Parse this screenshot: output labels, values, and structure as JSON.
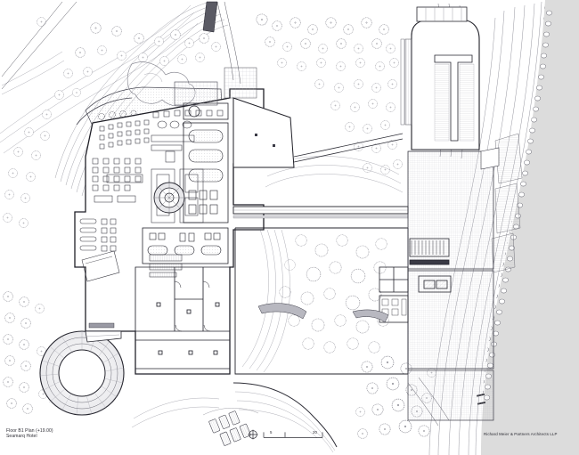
{
  "document": {
    "type": "architectural-floor-plan",
    "title_line_1": "Floor B1 Plan (+19.00)",
    "title_line_2": "Seamarq Hotel",
    "credit": "Richard Meier & Partners Architects LLP",
    "sheet_background": "#ffffff",
    "line_color": "#2b2b33",
    "sea_color": "#dcdcdc",
    "hatch_color": "#9a9aa2",
    "fill_light": "#f2f2f4"
  },
  "scale_bar": {
    "label_mid": "5",
    "label_end": "20",
    "north_arrow_icon": "north-arrow-icon"
  },
  "legend_icons": {
    "north": "north-arrow-icon",
    "scale": "scale-bar-icon"
  },
  "plan_elements": {
    "site": {
      "shoreline_label": "rocky-shoreline",
      "sea_label": "sea",
      "contour_count": 7
    },
    "buildings": [
      {
        "name": "north-wing",
        "desc": "guest and spa block, upper left"
      },
      {
        "name": "central-wing",
        "desc": "lobby and service block"
      },
      {
        "name": "south-wing",
        "desc": "lower room block"
      },
      {
        "name": "east-tower",
        "desc": "tower and parking deck, right"
      },
      {
        "name": "spiral-ramp",
        "desc": "circular ramp / amphitheater, lower left"
      },
      {
        "name": "link-bridge",
        "desc": "horizontal connecting corridor"
      }
    ]
  }
}
